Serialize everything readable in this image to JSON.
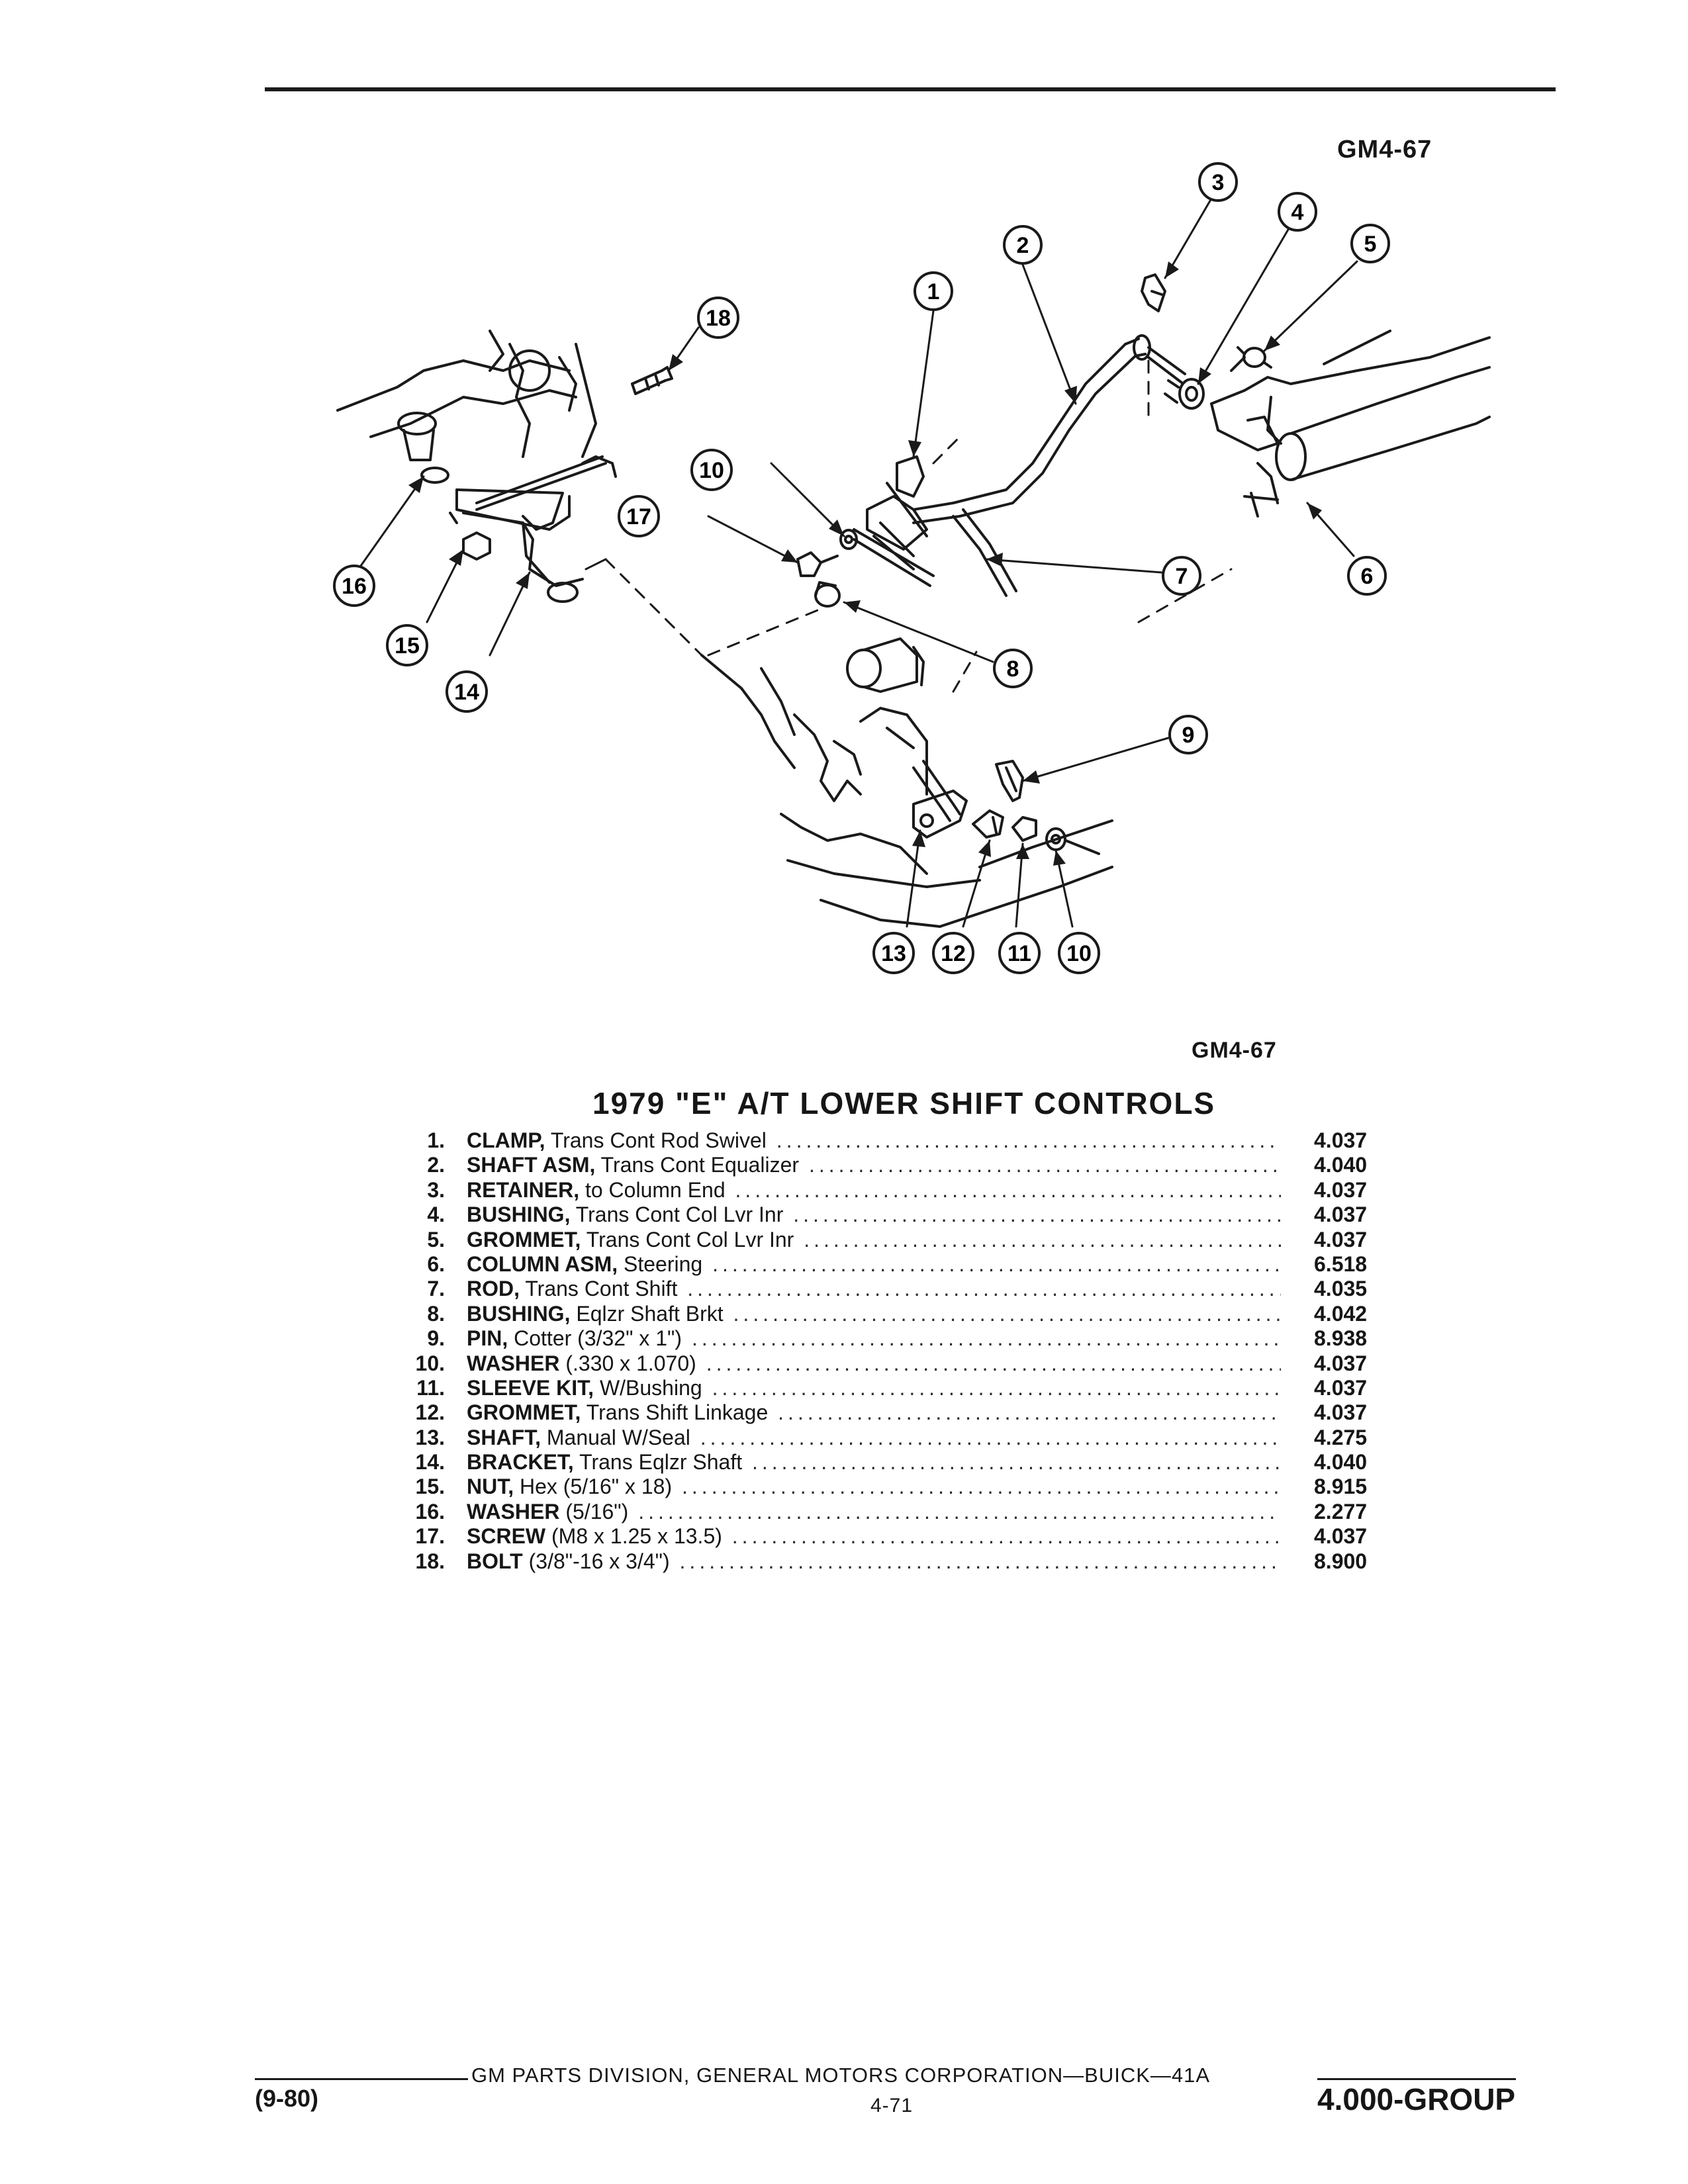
{
  "figure": {
    "code_top": "GM4-67",
    "code_bottom": "GM4-67",
    "callouts": [
      "1",
      "2",
      "3",
      "4",
      "5",
      "6",
      "7",
      "8",
      "9",
      "10",
      "11",
      "12",
      "13",
      "14",
      "15",
      "16",
      "17",
      "18"
    ]
  },
  "title": "1979 \"E\" A/T LOWER SHIFT CONTROLS",
  "parts": [
    {
      "num": "1.",
      "name": "CLAMP,",
      "desc": "Trans Cont Rod Swivel",
      "code": "4.037"
    },
    {
      "num": "2.",
      "name": "SHAFT ASM,",
      "desc": "Trans Cont Equalizer",
      "code": "4.040"
    },
    {
      "num": "3.",
      "name": "RETAINER,",
      "desc": "to Column End",
      "code": "4.037"
    },
    {
      "num": "4.",
      "name": "BUSHING,",
      "desc": "Trans Cont Col Lvr Inr",
      "code": "4.037"
    },
    {
      "num": "5.",
      "name": "GROMMET,",
      "desc": "Trans Cont Col Lvr Inr",
      "code": "4.037"
    },
    {
      "num": "6.",
      "name": "COLUMN ASM,",
      "desc": "Steering",
      "code": "6.518"
    },
    {
      "num": "7.",
      "name": "ROD,",
      "desc": "Trans Cont Shift",
      "code": "4.035"
    },
    {
      "num": "8.",
      "name": "BUSHING,",
      "desc": "Eqlzr Shaft Brkt",
      "code": "4.042"
    },
    {
      "num": "9.",
      "name": "PIN,",
      "desc": "Cotter (3/32\" x 1\")",
      "code": "8.938"
    },
    {
      "num": "10.",
      "name": "WASHER",
      "desc": "(.330 x 1.070)",
      "code": "4.037"
    },
    {
      "num": "11.",
      "name": "SLEEVE KIT,",
      "desc": "W/Bushing",
      "code": "4.037"
    },
    {
      "num": "12.",
      "name": "GROMMET,",
      "desc": "Trans Shift Linkage",
      "code": "4.037"
    },
    {
      "num": "13.",
      "name": "SHAFT,",
      "desc": "Manual W/Seal",
      "code": "4.275"
    },
    {
      "num": "14.",
      "name": "BRACKET,",
      "desc": "Trans Eqlzr Shaft",
      "code": "4.040"
    },
    {
      "num": "15.",
      "name": "NUT,",
      "desc": "Hex (5/16\" x 18)",
      "code": "8.915"
    },
    {
      "num": "16.",
      "name": "WASHER",
      "desc": "(5/16\")",
      "code": "2.277"
    },
    {
      "num": "17.",
      "name": "SCREW",
      "desc": "(M8 x 1.25 x 13.5)",
      "code": "4.037"
    },
    {
      "num": "18.",
      "name": "BOLT",
      "desc": "(3/8\"-16 x 3/4\")",
      "code": "8.900"
    }
  ],
  "footer": {
    "division": "GM PARTS DIVISION, GENERAL MOTORS CORPORATION—BUICK—41A",
    "date": "(9-80)",
    "page": "4-71",
    "group": "4.000-GROUP"
  }
}
